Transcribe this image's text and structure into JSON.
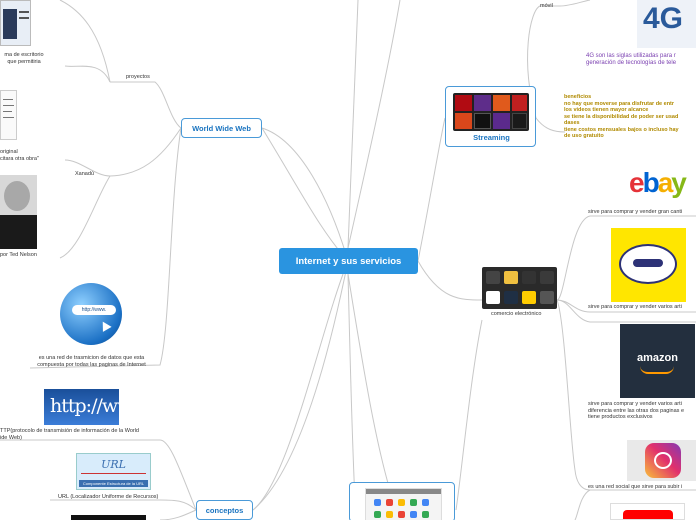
{
  "central": {
    "title": "Internet y sus servicios"
  },
  "nodes": {
    "www": "World Wide Web",
    "conceptos": "conceptos",
    "streaming": "Streaming"
  },
  "labels": {
    "proyectos": "proyectos",
    "xanadu": "Xanadú",
    "movil": "móvil",
    "comercio": "comercio electrónico",
    "desktop_1": "ma de escritorio",
    "desktop_2": "que permitiria",
    "original_1": "original",
    "original_2": "citara otra obra\"",
    "ted": "por Ted Nelson",
    "www_def_1": "es una red de trasmicion de datos  que esta",
    "www_def_2": "compuesta por todas las paginas de Internet",
    "http_1": "TTP(protocolo de transmisión de información de la World",
    "http_2": "ide Web)",
    "url": "URL (Localizador Uniforme de Recursos)",
    "fourg_1": "4G son las siglas utilizadas para r",
    "fourg_2": "generación de tecnologías de tele",
    "beneficios": [
      "beneficios",
      "no hay que moverse para disfrutar de entr",
      "los videos tienen mayor alcance",
      "se tiene la disponibilidad de poder ser usad",
      "dases",
      "tiene costos mensuales bajos o incluso hay",
      "de uso gratuito"
    ],
    "ebay_desc": "sirve para comprar y vender gran canti",
    "ml_desc": "sirve para comprar y vender varios arti",
    "amazon_desc_1": "sirve para comprar y vender varios arti",
    "amazon_desc_2": "diferencia entre las otras dos paginas e",
    "amazon_desc_3": "tiene productos exclusivos",
    "insta_desc": "es una red social que sirve para subir i"
  },
  "images": {
    "http_text": "http://ww",
    "www_sign": "http://www.",
    "url_title": "URL",
    "url_sub": "Componente Estructura de la URL",
    "fourg": "4G",
    "ebay": "ebay",
    "amazon": "amazon"
  },
  "colors": {
    "central": "#2a94e0",
    "node_border": "#4a9ad8",
    "line": "#c8c8c8",
    "purple_text": "#7a3fb0",
    "gold_text": "#b08a00"
  }
}
